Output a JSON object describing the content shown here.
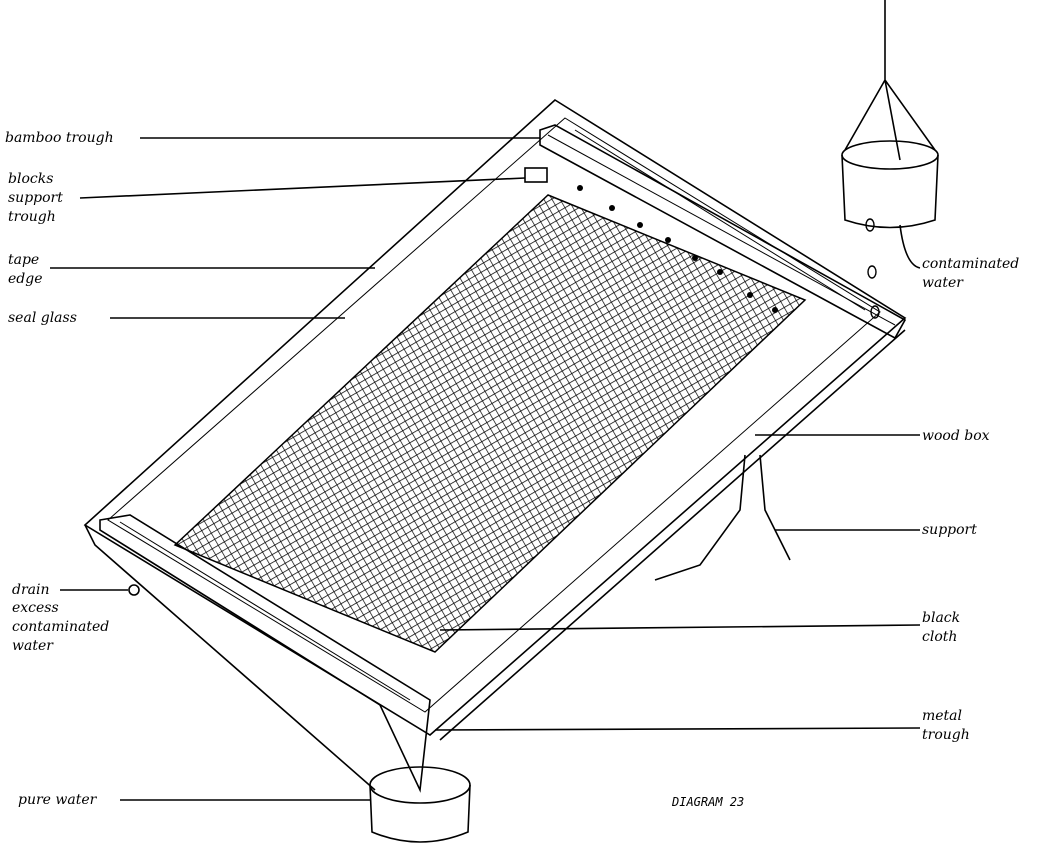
{
  "labels": {
    "bamboo_trough": "bamboo trough",
    "blocks_support_trough": [
      "blocks",
      "support",
      "trough"
    ],
    "tape_edge": [
      "tape",
      "edge"
    ],
    "seal_glass": "seal glass",
    "contaminated_water": [
      "contaminated",
      "water"
    ],
    "wood_box": "wood box",
    "support": "support",
    "drain": [
      "drain",
      "excess",
      "contaminated",
      "water"
    ],
    "black_cloth": [
      "black",
      "cloth"
    ],
    "metal_trough": [
      "metal",
      "trough"
    ],
    "pure_water": "pure water"
  },
  "caption": "DIAGRAM 23"
}
